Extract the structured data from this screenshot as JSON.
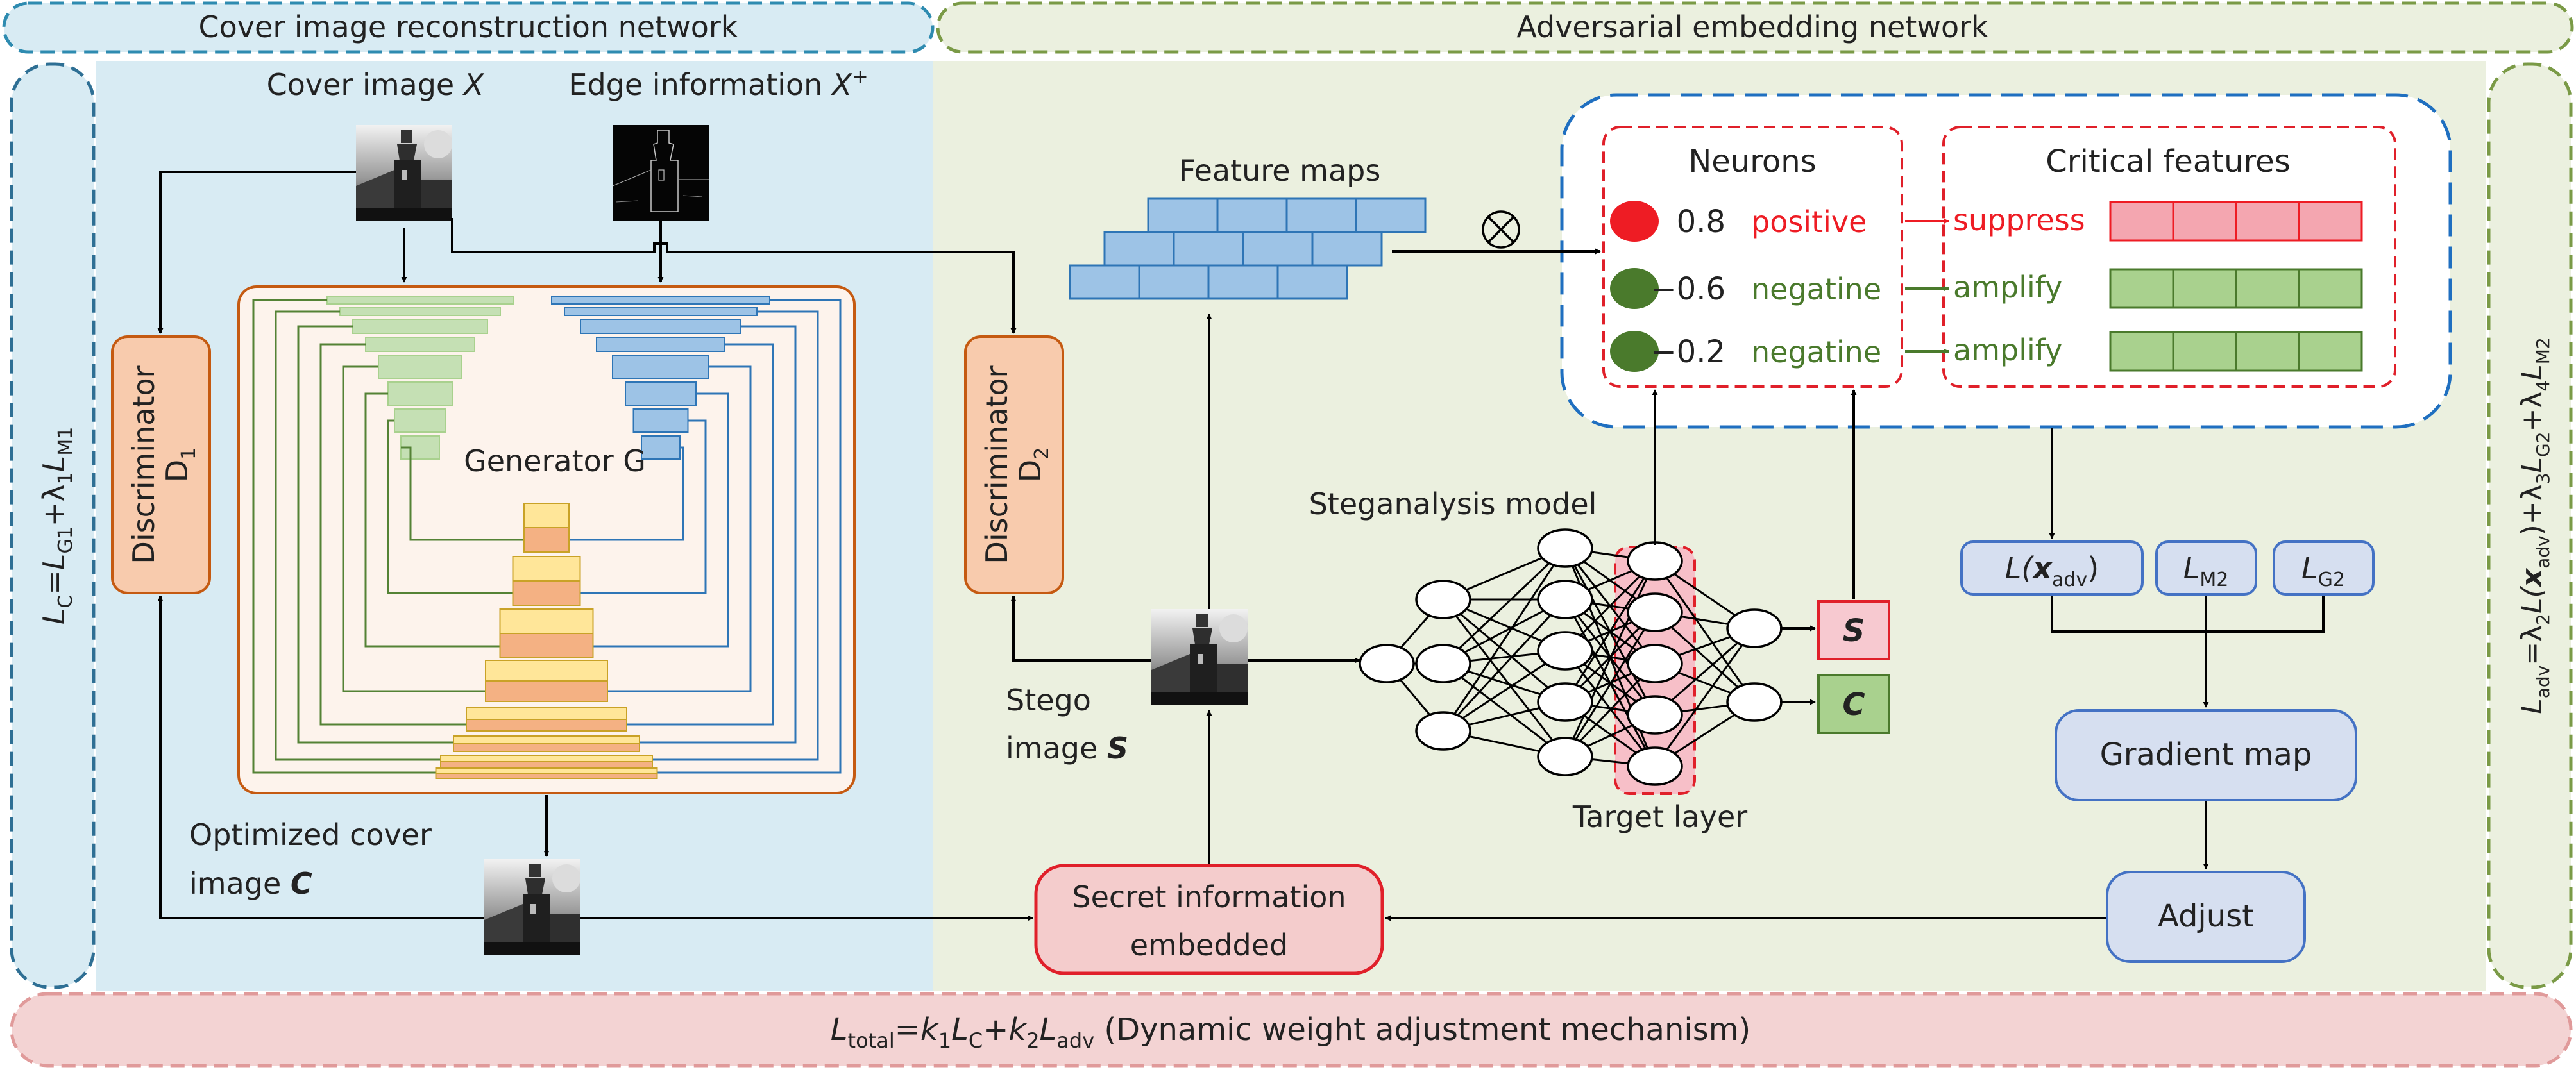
{
  "headers": {
    "left": "Cover image reconstruction network",
    "right": "Adversarial embedding network"
  },
  "cover_labels": {
    "cover_prefix": "Cover image ",
    "cover_var": "X",
    "edge_prefix": "Edge information ",
    "edge_var": "X",
    "edge_sup": "+"
  },
  "generator": {
    "label": "Generator G"
  },
  "discriminator1": {
    "line1": "Discriminator",
    "line2_main": "D",
    "line2_sub": "1"
  },
  "discriminator2": {
    "line1": "Discriminator",
    "line2_main": "D",
    "line2_sub": "2"
  },
  "optimized": {
    "line1": "Optimized cover",
    "line2_prefix": "image ",
    "line2_var": "C"
  },
  "stego": {
    "line1": "Stego",
    "line2_prefix": "image ",
    "line2_var": "S"
  },
  "secret": {
    "line1": "Secret information",
    "line2": "embedded"
  },
  "feature_maps": {
    "label": "Feature maps"
  },
  "steganalysis": {
    "label": "Steganalysis model",
    "target_layer": "Target layer",
    "out_s": "S",
    "out_c": "C"
  },
  "neurons": {
    "title": "Neurons",
    "items": [
      {
        "value": "0.8",
        "label": "positive",
        "color": "#ee1c24"
      },
      {
        "value": "−0.6",
        "label": "negatine",
        "color": "#4a7a2c"
      },
      {
        "value": "−0.2",
        "label": "negatine",
        "color": "#4a7a2c"
      }
    ]
  },
  "critical": {
    "title": "Critical features",
    "items": [
      {
        "label": "suppress",
        "color": "#ee1c24"
      },
      {
        "label": "amplify",
        "color": "#4a7a2c"
      },
      {
        "label": "amplify",
        "color": "#4a7a2c"
      }
    ]
  },
  "losses": {
    "l_adv_main": "L(",
    "l_adv_bold": "x",
    "l_adv_sub": "adv",
    "l_adv_close": ")",
    "l_m2_main": "L",
    "l_m2_sub": "M2",
    "l_g2_main": "L",
    "l_g2_sub": "G2"
  },
  "gradient_map": {
    "label": "Gradient map"
  },
  "adjust": {
    "label": "Adjust"
  },
  "lc_formula": {
    "p1": "L",
    "s1": "C",
    "p2": "=L",
    "s2": "G1",
    "p3": "+λ",
    "s3": "1",
    "p4": "L",
    "s4": "M1"
  },
  "ladv_formula": {
    "p1": "L",
    "s1": "adv",
    "p2": "=λ",
    "s2": "2",
    "p3": "L(",
    "b3": "x",
    "s3": "adv",
    "p4": ")+λ",
    "s4": "3",
    "p5": "L",
    "s5": "G2",
    "p6": "+λ",
    "s6": "4",
    "p7": "L",
    "s7": "M2"
  },
  "bottom": {
    "p1": "L",
    "s1": "total",
    "p2": "=",
    "k1": "k",
    "ks1": "1",
    "p3": "L",
    "s3": "C",
    "p4": "+",
    "k2": "k",
    "ks2": "2",
    "p5": "L",
    "s5": "adv",
    "tail": " (Dynamic weight adjustment mechanism)"
  },
  "colors": {
    "blue_bg": "#d8ebf3",
    "green_bg": "#ebf0df",
    "red_bg": "#f3d3d3",
    "orange_box": "#f8cbad",
    "blue_box": "#d6dff0",
    "feature_blue": "#9dc3e6",
    "red_accent": "#ee1c24",
    "green_accent": "#4a7a2c"
  }
}
